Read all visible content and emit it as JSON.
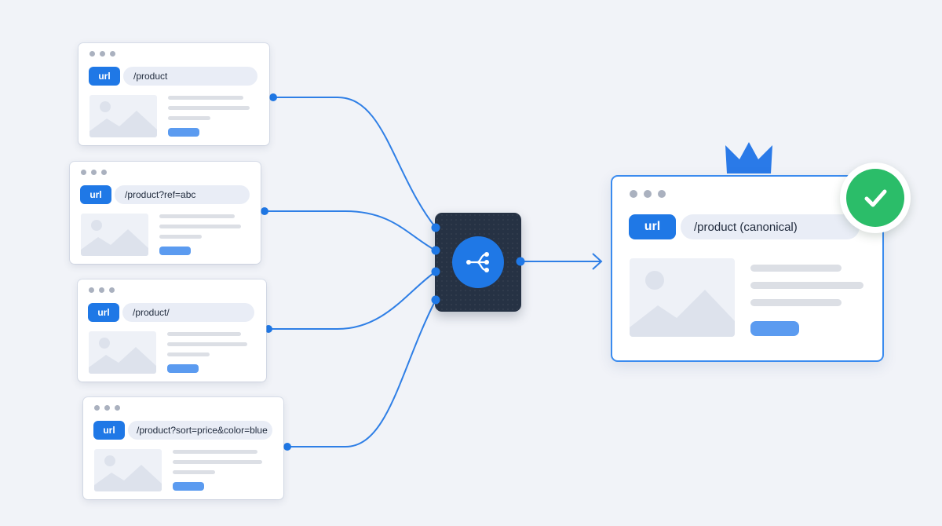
{
  "source_cards": [
    {
      "url_label": "url",
      "url": "/product"
    },
    {
      "url_label": "url",
      "url": "/product?ref=abc"
    },
    {
      "url_label": "url",
      "url": "/product/"
    },
    {
      "url_label": "url",
      "url": "/product?sort=price&color=blue"
    }
  ],
  "hub": {
    "icon": "merge-branches-icon"
  },
  "canonical_card": {
    "url_label": "url",
    "url": "/product (canonical)",
    "badge_icon": "checkmark-icon",
    "crown_icon": "crown-icon"
  },
  "colors": {
    "background": "#f1f3f8",
    "accent_blue": "#1f78e6",
    "connector_blue": "#2f7fe6",
    "hub_dark": "#263244",
    "success_green": "#2bbd69",
    "crown_blue": "#2a7ae8"
  }
}
